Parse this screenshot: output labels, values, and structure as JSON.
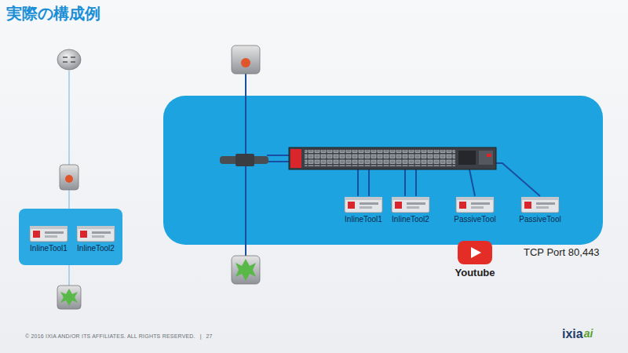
{
  "diagram": {
    "title": "実際の構成例",
    "nodes": [
      {
        "text": [
          "InlineTool1"
        ]
      },
      {
        "text": [
          "InlineTool2"
        ]
      },
      {
        "text": [
          "InlineTool1"
        ]
      },
      {
        "text": [
          "InlineTool2"
        ]
      },
      {
        "text": [
          "PassiveTool"
        ]
      },
      {
        "text": [
          "PassiveTool"
        ]
      },
      {
        "text": [
          "Youtube"
        ]
      }
    ],
    "labels": [
      "TCP Port 80,443",
      "© 2016 IXIA AND/OR ITS AFFILIATES. ALL RIGHTS RESERVED.",
      "|",
      "27",
      "ixia",
      "ai"
    ]
  }
}
